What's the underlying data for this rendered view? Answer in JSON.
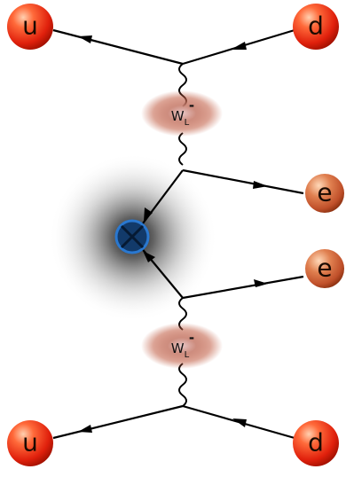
{
  "particles": {
    "u_top": "u",
    "d_top": "d",
    "e_upper": "e",
    "e_lower": "e",
    "u_bottom": "u",
    "d_bottom": "d"
  },
  "bosons": {
    "upper": {
      "base": "W",
      "sub": "L",
      "sup": "-"
    },
    "lower": {
      "base": "W",
      "sub": "L",
      "sup": "-"
    }
  },
  "colors": {
    "quark": "#e8301c",
    "lepton": "#c85a2a",
    "boson_blob": "#c87a6a",
    "vertex_ring": "#1e5fb0"
  },
  "icons": {
    "vertex": "crossed-circle-icon"
  }
}
